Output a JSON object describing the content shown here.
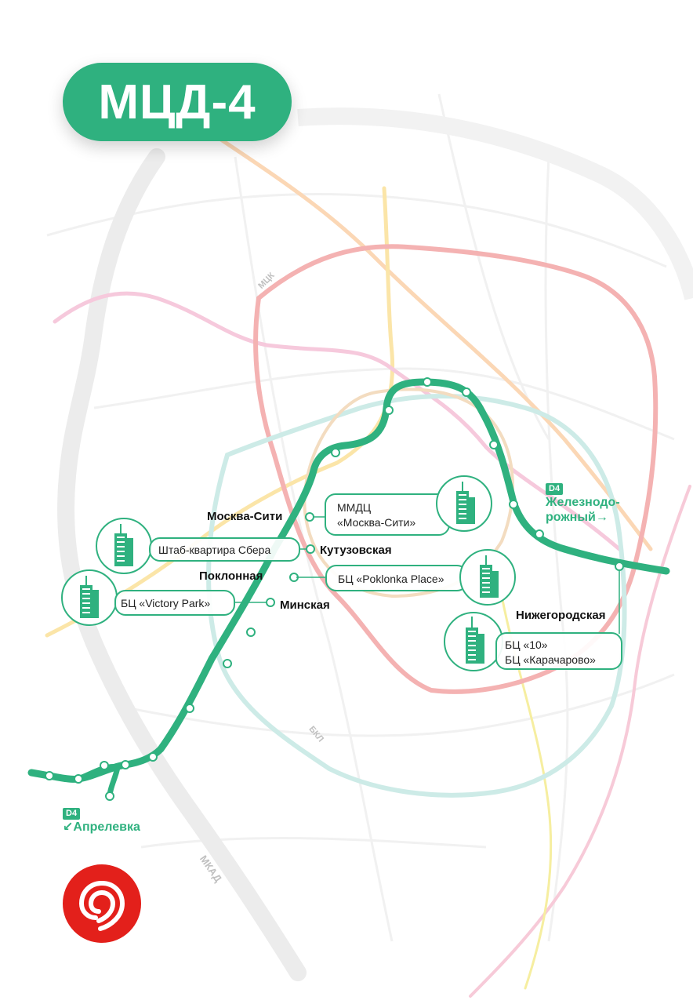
{
  "title": "МЦД-4",
  "stations": {
    "moskva_siti": "Москва-Сити",
    "kutuzovskaya": "Кутузовская",
    "poklonnaya": "Поклонная",
    "minskaya": "Минская",
    "nizhegorodskaya": "Нижегородская"
  },
  "business_centers": {
    "mmdc": [
      "ММДЦ",
      "«Москва-Сити»"
    ],
    "sber": "Штаб-квартира Сбера",
    "poklonka": "БЦ «Poklonka Place»",
    "victory": "БЦ «Victory Park»",
    "bc10": [
      "БЦ «10»",
      "БЦ «Карачарово»"
    ]
  },
  "termini": {
    "badge": "D4",
    "east": [
      "Железнодо-",
      "рожный"
    ],
    "east_arrow": "→",
    "west": "Апрелевка",
    "west_arrow": "↙"
  },
  "map_labels": {
    "mck": "МЦК",
    "bkl": "БКЛ",
    "mkad": "МКАД"
  },
  "colors": {
    "d4_line": "#2fb17f",
    "mck": "#f2a7a7",
    "bkl": "#b7e2dd",
    "mkad": "#ececec",
    "logo": "#e3201b"
  },
  "icons": {
    "building": "skyscraper-icon",
    "logo": "moscow-transport-logo"
  }
}
